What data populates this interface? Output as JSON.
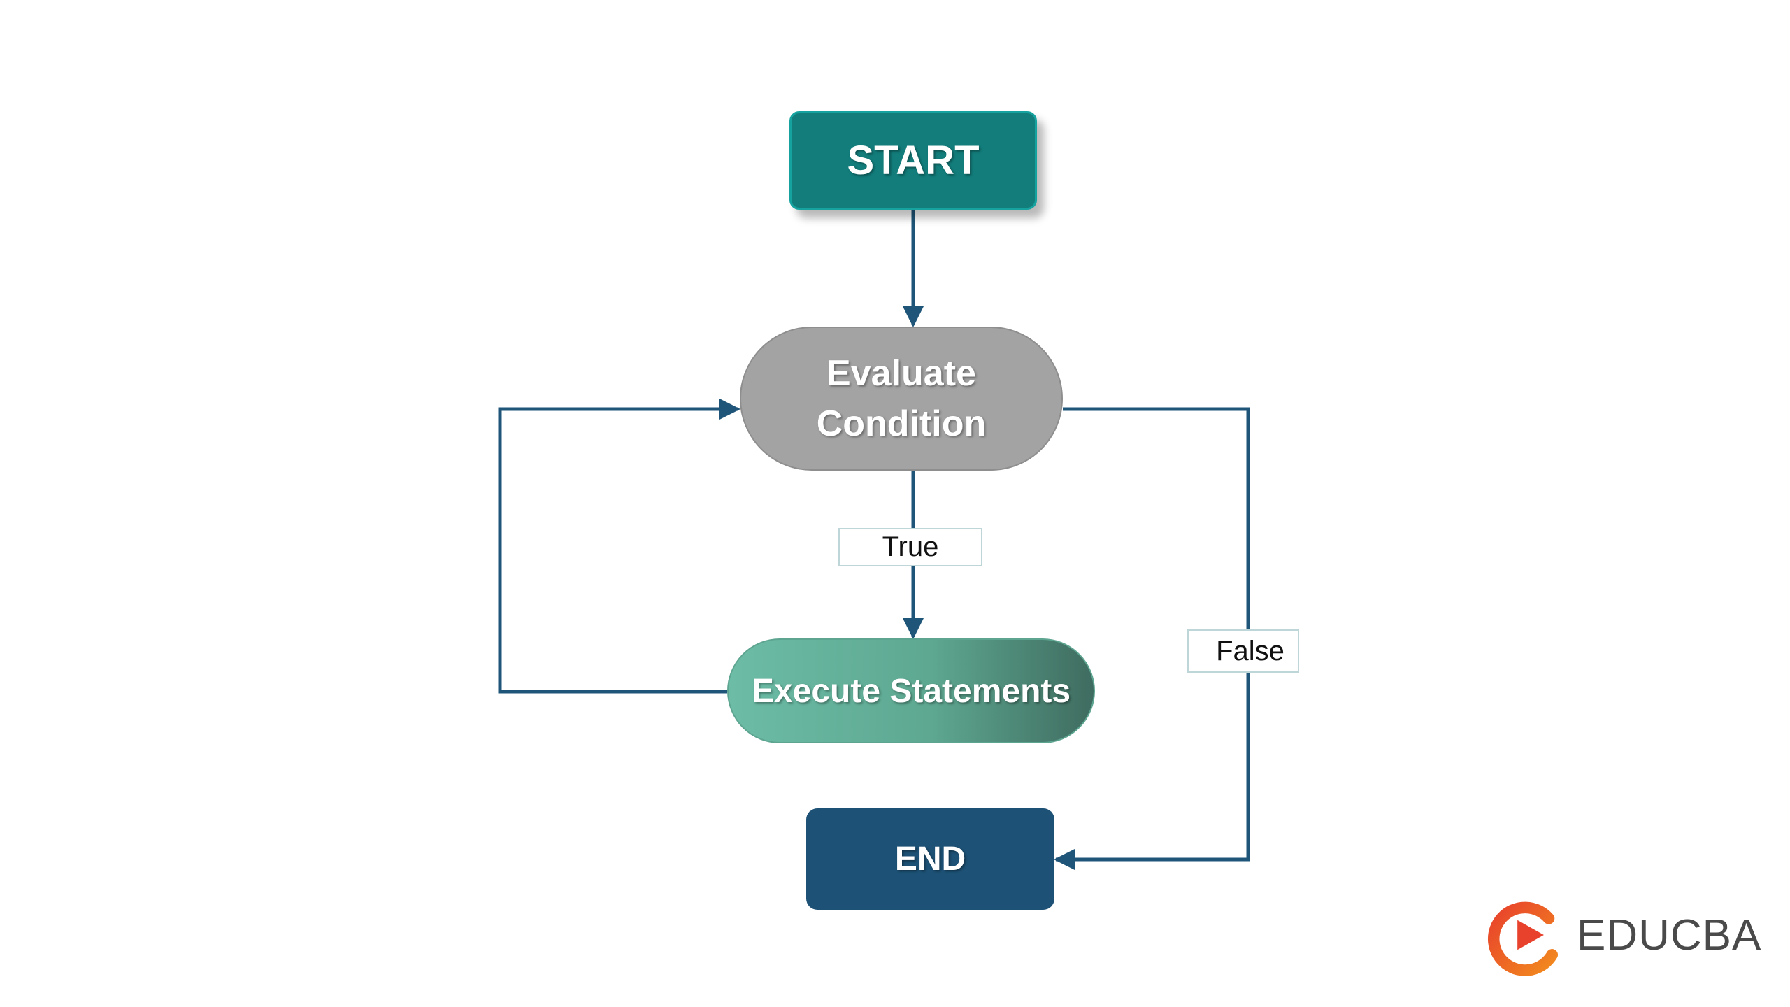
{
  "nodes": {
    "start": "START",
    "evaluate_line1": "Evaluate",
    "evaluate_line2": "Condition",
    "execute": "Execute Statements",
    "end": "END"
  },
  "edge_labels": {
    "true": "True",
    "false": "False"
  },
  "logo": {
    "text": "EDUCBA"
  },
  "colors": {
    "start_fill": "#127d7b",
    "evaluate_fill": "#a3a3a3",
    "execute_fill": "#5ea891",
    "end_fill": "#1d5175",
    "connector": "#1f5578",
    "logo_red": "#e8412c",
    "logo_orange": "#f28a1e"
  }
}
